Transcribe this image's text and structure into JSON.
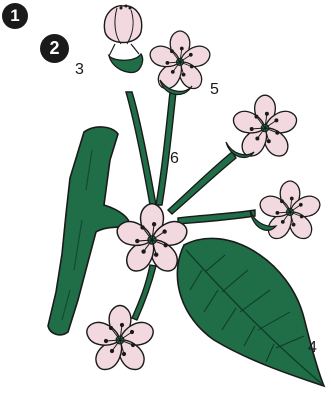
{
  "badges": {
    "first": "1",
    "second": "2"
  },
  "labels": {
    "three": "3",
    "four": "4",
    "five": "5",
    "six": "6"
  },
  "colors": {
    "leaf": "#1f6e48",
    "petal": "#f2d9df",
    "outline": "#1a1a1a",
    "stamen": "#1a1a1a"
  }
}
